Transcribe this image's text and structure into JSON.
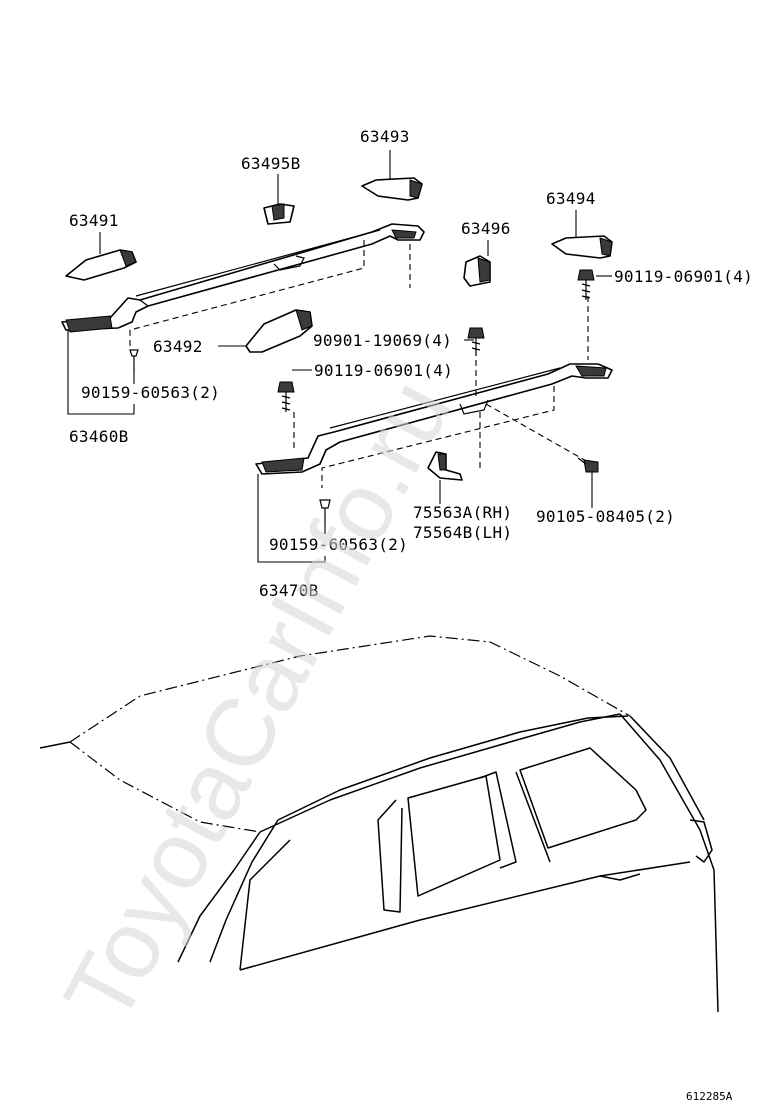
{
  "watermark": "ToyotaCarInfo.ru",
  "diagram_code": "612285A",
  "labels": {
    "p63493": "63493",
    "p63495b": "63495B",
    "p63494": "63494",
    "p63491": "63491",
    "p63496": "63496",
    "p90119_top": "90119-06901(4)",
    "p90901": "90901-19069(4)",
    "p63492": "63492",
    "p90119_mid": "90119-06901(4)",
    "p90159_left": "90159-60563(2)",
    "p63460b": "63460B",
    "p75563a": "75563A(RH)",
    "p75564b": "75564B(LH)",
    "p90105": "90105-08405(2)",
    "p90159_right": "90159-60563(2)",
    "p63470b": "63470B"
  }
}
